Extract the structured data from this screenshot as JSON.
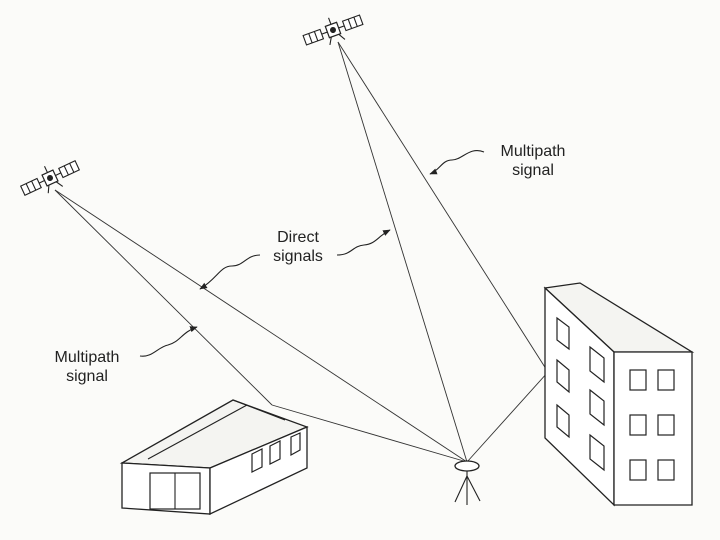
{
  "labels": {
    "multipath_top_line1": "Multipath",
    "multipath_top_line2": "signal",
    "direct_line1": "Direct",
    "direct_line2": "signals",
    "multipath_left_line1": "Multipath",
    "multipath_left_line2": "signal"
  },
  "icons": {
    "satellite_top": "satellite-icon",
    "satellite_left": "satellite-icon",
    "receiver": "gps-receiver-icon"
  }
}
